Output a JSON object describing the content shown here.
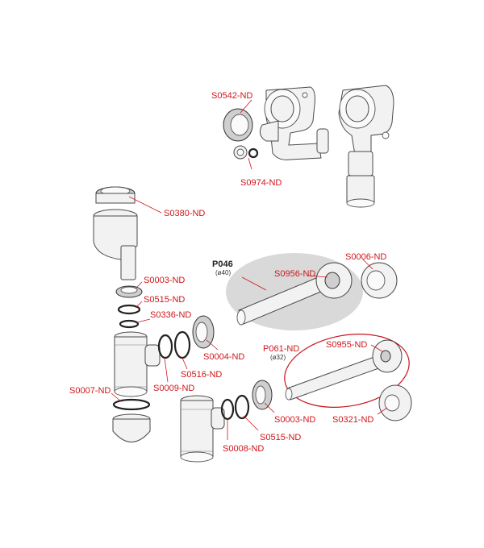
{
  "colors": {
    "label": "#d0161b",
    "outline": "#4a4a4a",
    "highlight_red": "#c4161b",
    "shadow_group": "#d9d9d9"
  },
  "groups": {
    "p046": {
      "code": "P046",
      "diameter": "(ø40)"
    },
    "p061": {
      "code": "P061-ND",
      "diameter": "(ø32)"
    }
  },
  "labels": {
    "s0542": "S0542-ND",
    "s0974": "S0974-ND",
    "s0380": "S0380-ND",
    "s0003a": "S0003-ND",
    "s0515a": "S0515-ND",
    "s0336": "S0336-ND",
    "s0004": "S0004-ND",
    "s0516": "S0516-ND",
    "s0009": "S0009-ND",
    "s0007": "S0007-ND",
    "s0956": "S0956-ND",
    "s0006": "S0006-ND",
    "s0955": "S0955-ND",
    "s0321": "S0321-ND",
    "s0003b": "S0003-ND",
    "s0515b": "S0515-ND",
    "s0008": "S0008-ND"
  }
}
